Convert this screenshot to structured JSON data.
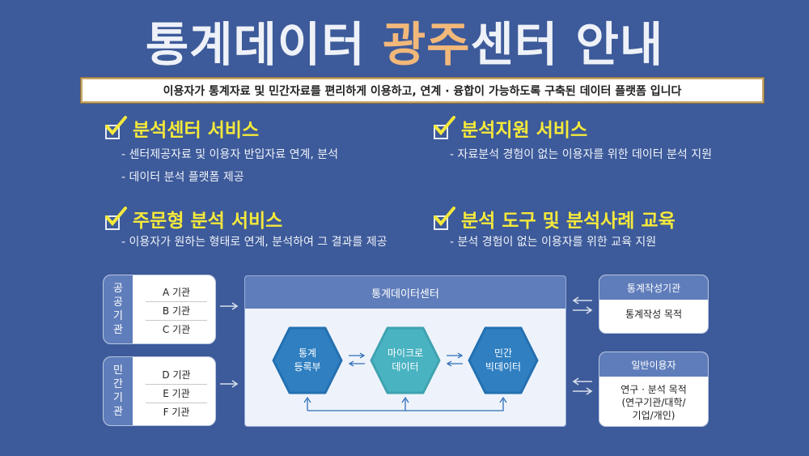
{
  "title": {
    "part1": "통계데이터 ",
    "highlight": "광주",
    "part2": "센터 안내"
  },
  "subtitle": "이용자가 통계자료 및 민간자료를 편리하게 이용하고, 연계 · 융합이 가능하도록 구축된 데이터 플랫폼 입니다",
  "services": [
    {
      "title": "분석센터 서비스",
      "lines": [
        "- 센터제공자료 및 이용자 반입자료 연계, 분석",
        "- 데이터 분석 플랫폼 제공"
      ]
    },
    {
      "title": "분석지원 서비스",
      "lines": [
        "- 자료분석 경험이 없는 이용자를 위한 데이터 분석 지원"
      ]
    },
    {
      "title": "주문형 분석 서비스",
      "lines": [
        "- 이용자가 원하는 형태로 연계, 분석하여 그 결과를 제공"
      ]
    },
    {
      "title": "분석 도구 및 분석사례 교육",
      "lines": [
        "- 분석 경험이 없는 이용자를 위한 교육 지원"
      ]
    }
  ],
  "diagram": {
    "public_group": {
      "label": [
        "공",
        "공",
        "기",
        "관"
      ],
      "items": [
        "A 기관",
        "B 기관",
        "C 기관"
      ]
    },
    "private_group": {
      "label": [
        "민",
        "간",
        "기",
        "관"
      ],
      "items": [
        "D 기관",
        "E 기관",
        "F 기관"
      ]
    },
    "center": {
      "title": "통계데이터센터",
      "nodes": [
        {
          "line1": "통계",
          "line2": "등록부"
        },
        {
          "line1": "마이크로",
          "line2": "데이터"
        },
        {
          "line1": "민간",
          "line2": "빅데이터"
        }
      ]
    },
    "stat_org": {
      "title": "통계작성기관",
      "body": "통계작성 목적"
    },
    "general_user": {
      "title": "일반이용자",
      "line1": "연구 · 분석 목적",
      "line2": "(연구기관/대학/",
      "line3": "기업/개인)"
    }
  },
  "colors": {
    "background": "#3d5a9a",
    "accent": "#f5e93a",
    "highlight": "#f2b87a",
    "hexagon": "#2f7fc1",
    "hexagon_mid": "#4ab3c2",
    "header": "#5f7dba"
  }
}
